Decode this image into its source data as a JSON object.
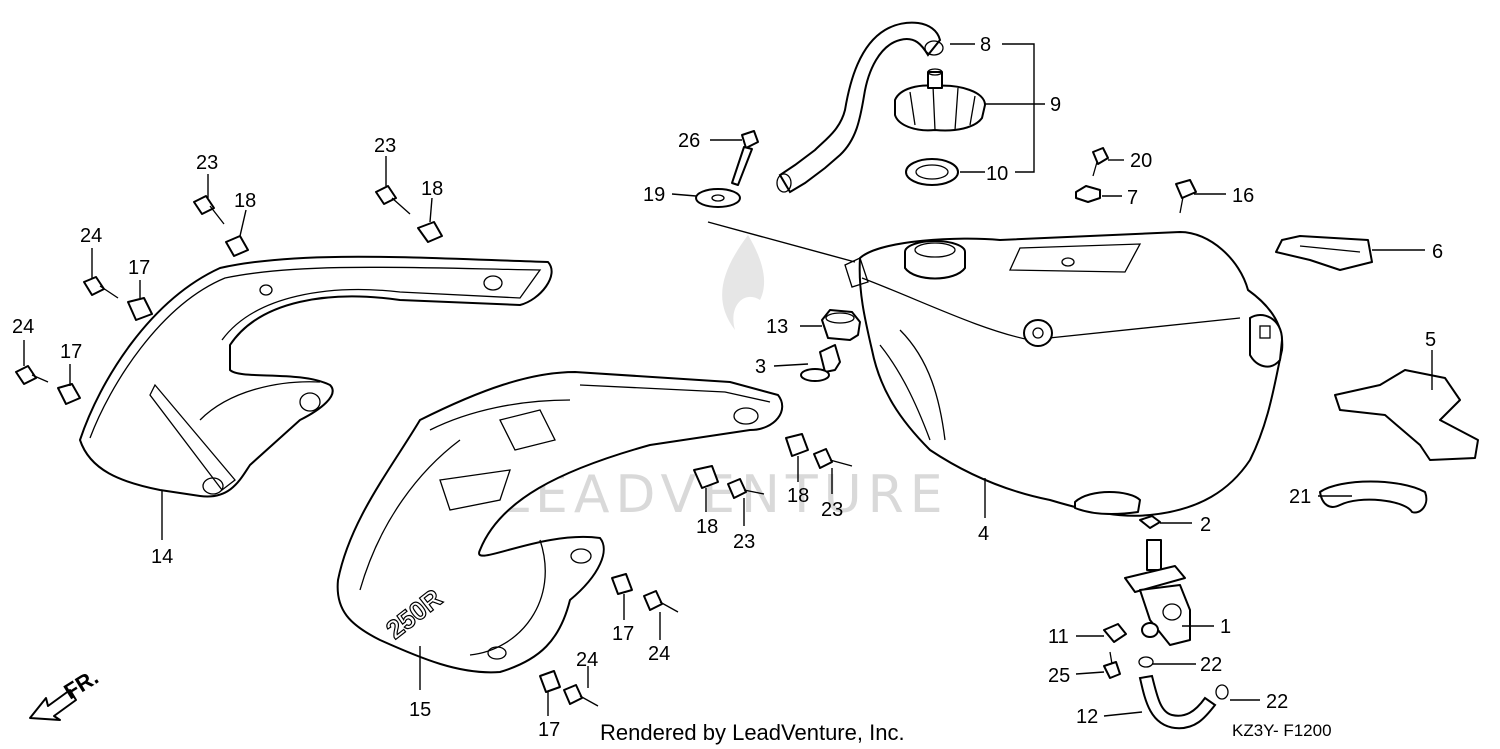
{
  "watermark": {
    "text": "LEADVENTURE"
  },
  "footer": {
    "rendered_by": "Rendered by LeadVenture, Inc.",
    "diagram_code": "KZ3Y- F1200"
  },
  "direction_marker": {
    "label": "FR."
  },
  "part_labels": {
    "p1": "1",
    "p2": "2",
    "p3": "3",
    "p4": "4",
    "p5": "5",
    "p6": "6",
    "p7": "7",
    "p8": "8",
    "p9": "9",
    "p10": "10",
    "p11": "11",
    "p12": "12",
    "p13": "13",
    "p14": "14",
    "p15": "15",
    "p16": "16",
    "p17a": "17",
    "p17b": "17",
    "p17c": "17",
    "p17d": "17",
    "p18a": "18",
    "p18b": "18",
    "p18c": "18",
    "p18d": "18",
    "p19": "19",
    "p20": "20",
    "p21": "21",
    "p22a": "22",
    "p22b": "22",
    "p23a": "23",
    "p23b": "23",
    "p23c": "23",
    "p23d": "23",
    "p24a": "24",
    "p24b": "24",
    "p24c": "24",
    "p24d": "24",
    "p25": "25",
    "p26": "26"
  },
  "decal_text": "250R"
}
